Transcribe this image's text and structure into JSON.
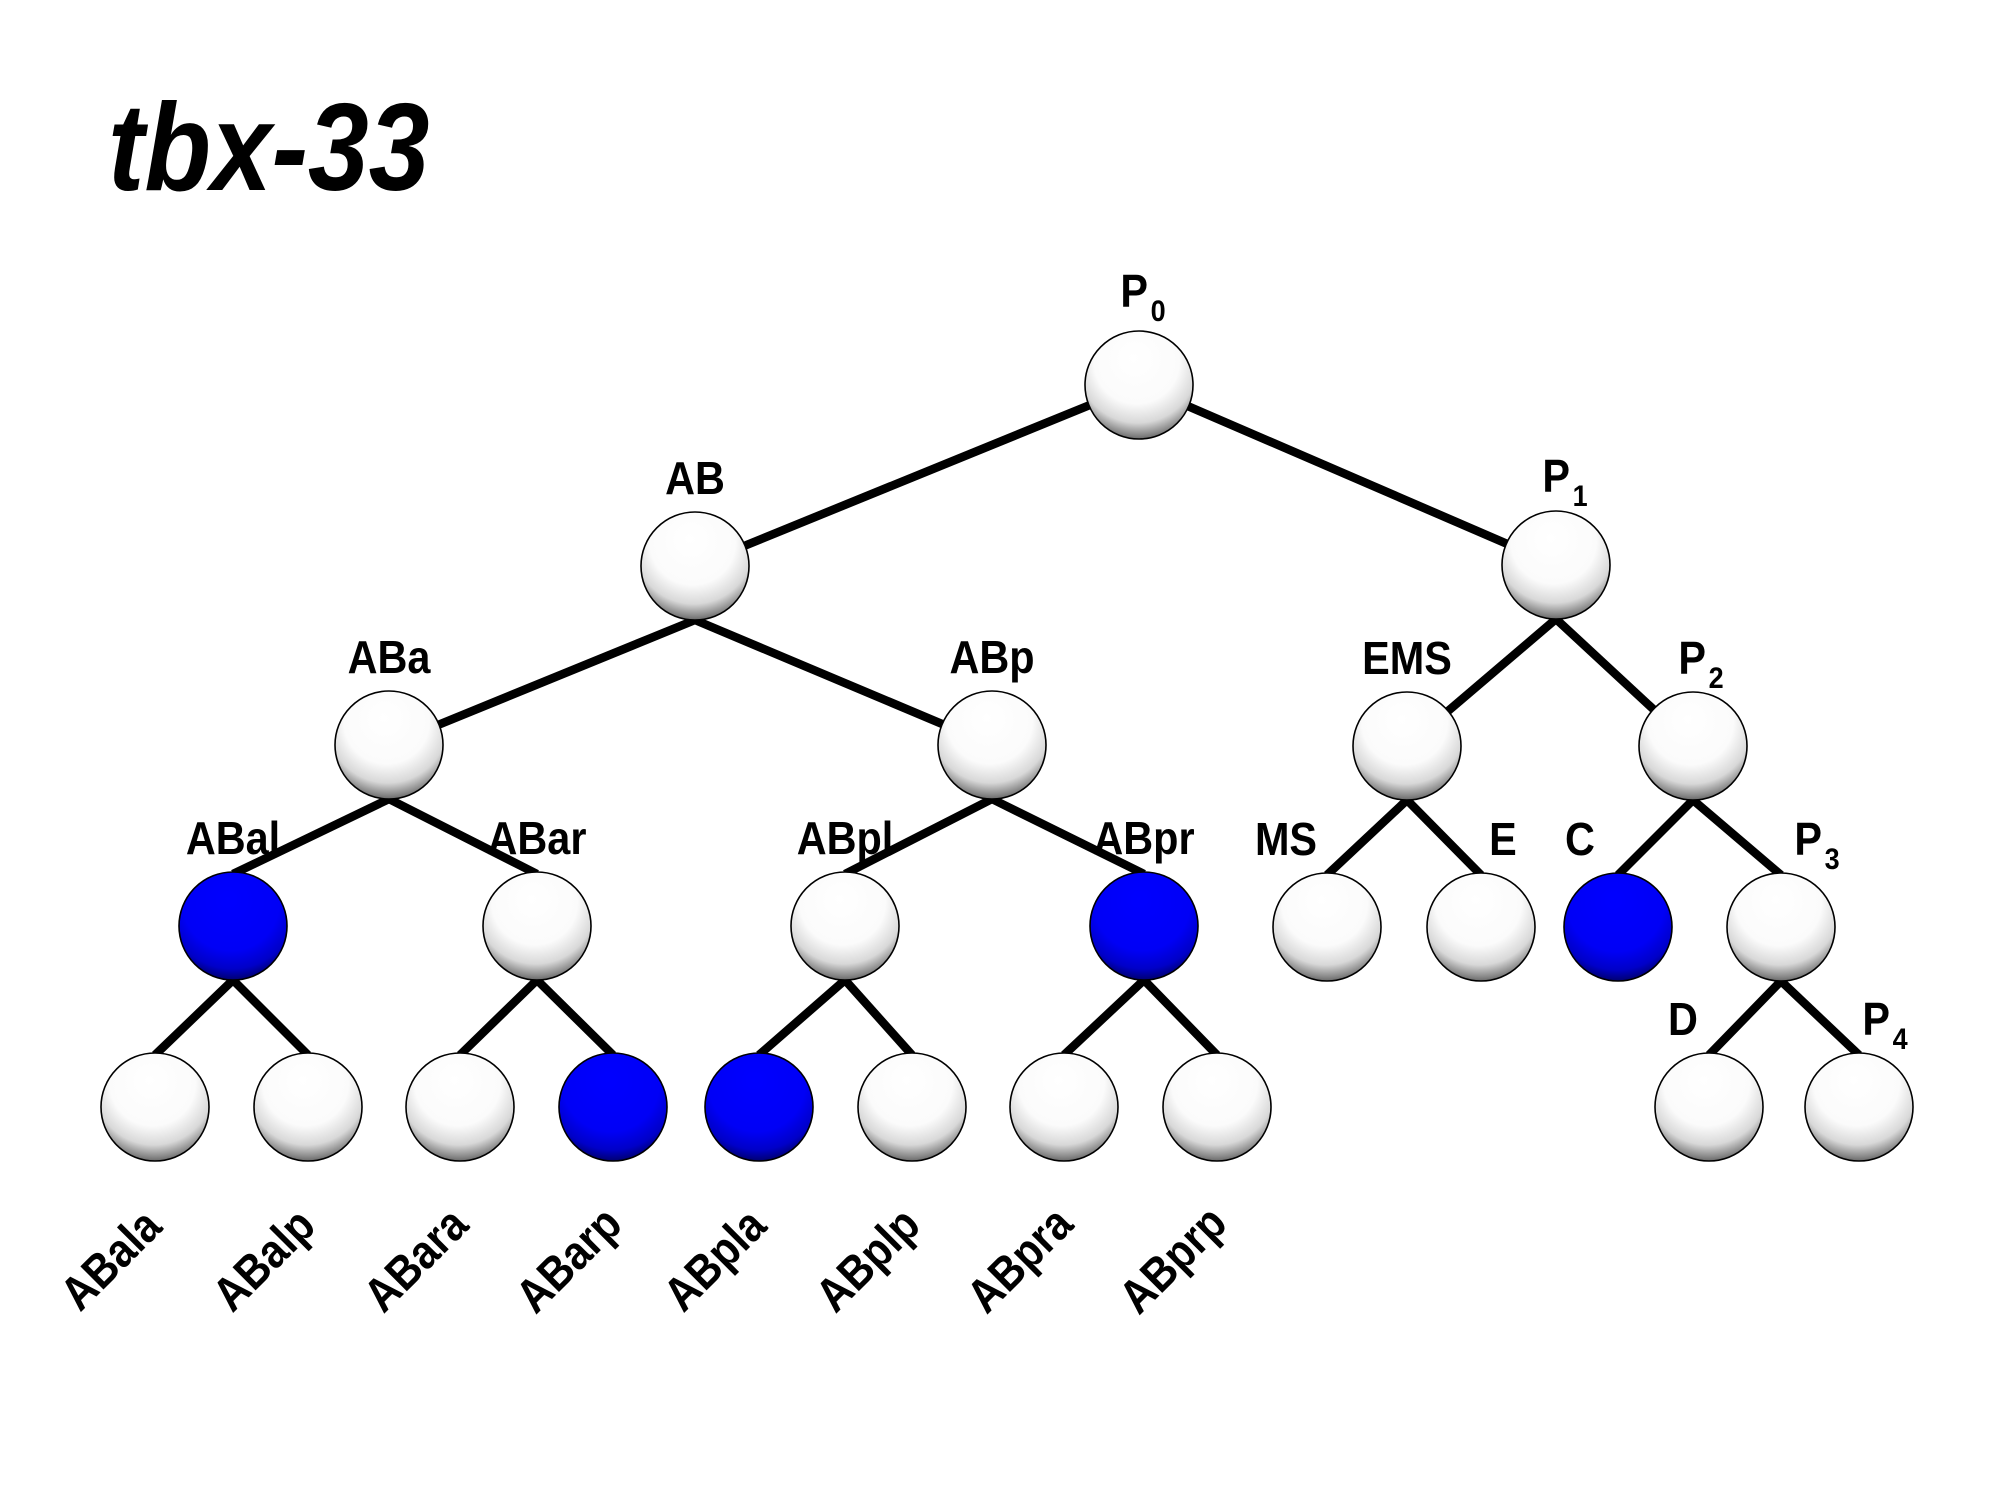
{
  "title": "tbx-33",
  "colors": {
    "expressed": "#0000ff",
    "not_expressed": "#ffffff",
    "edge": "#000000"
  },
  "legend_semantics": {
    "expressed": "blue node = expression",
    "not_expressed": "white node = no expression"
  },
  "tree": {
    "nodes": [
      {
        "id": "P0",
        "label": "P",
        "sub": "0",
        "parent": null,
        "expressed": false,
        "label_style": "above"
      },
      {
        "id": "AB",
        "label": "AB",
        "sub": "",
        "parent": "P0",
        "expressed": false,
        "label_style": "above"
      },
      {
        "id": "P1",
        "label": "P",
        "sub": "1",
        "parent": "P0",
        "expressed": false,
        "label_style": "above"
      },
      {
        "id": "ABa",
        "label": "ABa",
        "sub": "",
        "parent": "AB",
        "expressed": false,
        "label_style": "above"
      },
      {
        "id": "ABp",
        "label": "ABp",
        "sub": "",
        "parent": "AB",
        "expressed": false,
        "label_style": "above"
      },
      {
        "id": "EMS",
        "label": "EMS",
        "sub": "",
        "parent": "P1",
        "expressed": false,
        "label_style": "above"
      },
      {
        "id": "P2",
        "label": "P",
        "sub": "2",
        "parent": "P1",
        "expressed": false,
        "label_style": "above"
      },
      {
        "id": "ABal",
        "label": "ABal",
        "sub": "",
        "parent": "ABa",
        "expressed": true,
        "label_style": "above"
      },
      {
        "id": "ABar",
        "label": "ABar",
        "sub": "",
        "parent": "ABa",
        "expressed": false,
        "label_style": "above"
      },
      {
        "id": "ABpl",
        "label": "ABpl",
        "sub": "",
        "parent": "ABp",
        "expressed": false,
        "label_style": "above"
      },
      {
        "id": "ABpr",
        "label": "ABpr",
        "sub": "",
        "parent": "ABp",
        "expressed": true,
        "label_style": "above"
      },
      {
        "id": "MS",
        "label": "MS",
        "sub": "",
        "parent": "EMS",
        "expressed": false,
        "label_style": "above-left"
      },
      {
        "id": "E",
        "label": "E",
        "sub": "",
        "parent": "EMS",
        "expressed": false,
        "label_style": "above-right"
      },
      {
        "id": "C",
        "label": "C",
        "sub": "",
        "parent": "P2",
        "expressed": true,
        "label_style": "above-left"
      },
      {
        "id": "P3",
        "label": "P",
        "sub": "3",
        "parent": "P2",
        "expressed": false,
        "label_style": "above-right"
      },
      {
        "id": "ABala",
        "label": "ABala",
        "sub": "",
        "parent": "ABal",
        "expressed": false,
        "label_style": "below-rotated"
      },
      {
        "id": "ABalp",
        "label": "ABalp",
        "sub": "",
        "parent": "ABal",
        "expressed": false,
        "label_style": "below-rotated"
      },
      {
        "id": "ABara",
        "label": "ABara",
        "sub": "",
        "parent": "ABar",
        "expressed": false,
        "label_style": "below-rotated"
      },
      {
        "id": "ABarp",
        "label": "ABarp",
        "sub": "",
        "parent": "ABar",
        "expressed": true,
        "label_style": "below-rotated"
      },
      {
        "id": "ABpla",
        "label": "ABpla",
        "sub": "",
        "parent": "ABpl",
        "expressed": true,
        "label_style": "below-rotated"
      },
      {
        "id": "ABplp",
        "label": "ABplp",
        "sub": "",
        "parent": "ABpl",
        "expressed": false,
        "label_style": "below-rotated"
      },
      {
        "id": "ABpra",
        "label": "ABpra",
        "sub": "",
        "parent": "ABpr",
        "expressed": false,
        "label_style": "below-rotated"
      },
      {
        "id": "ABprp",
        "label": "ABprp",
        "sub": "",
        "parent": "ABpr",
        "expressed": false,
        "label_style": "below-rotated"
      },
      {
        "id": "D",
        "label": "D",
        "sub": "",
        "parent": "P3",
        "expressed": false,
        "label_style": "above-left"
      },
      {
        "id": "P4",
        "label": "P",
        "sub": "4",
        "parent": "P3",
        "expressed": false,
        "label_style": "above-right"
      }
    ]
  }
}
